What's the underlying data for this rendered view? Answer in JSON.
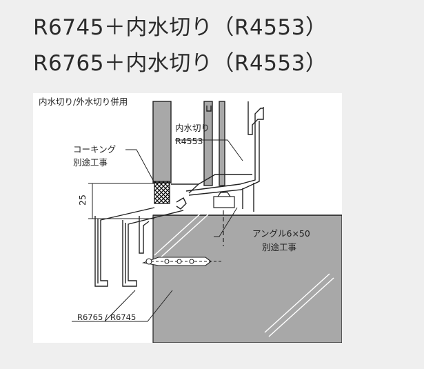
{
  "titles": {
    "line1": "R6745＋内水切り（R4553）",
    "line2": "R6765＋内水切り（R4553）"
  },
  "diagram": {
    "caption": "内水切り/外水切り併用",
    "inner_flashing": "内水切り",
    "inner_flashing_code": "R4553",
    "caulking": "コーキング",
    "caulking_note": "別途工事",
    "dimension": "25",
    "angle": "アングル6×50",
    "angle_note": "別途工事",
    "code_left": "R6765",
    "code_right": "R6745"
  },
  "colors": {
    "background": "#efefef",
    "panel": "#ffffff",
    "wall_fill": "#a8a8a8",
    "line": "#222222"
  }
}
